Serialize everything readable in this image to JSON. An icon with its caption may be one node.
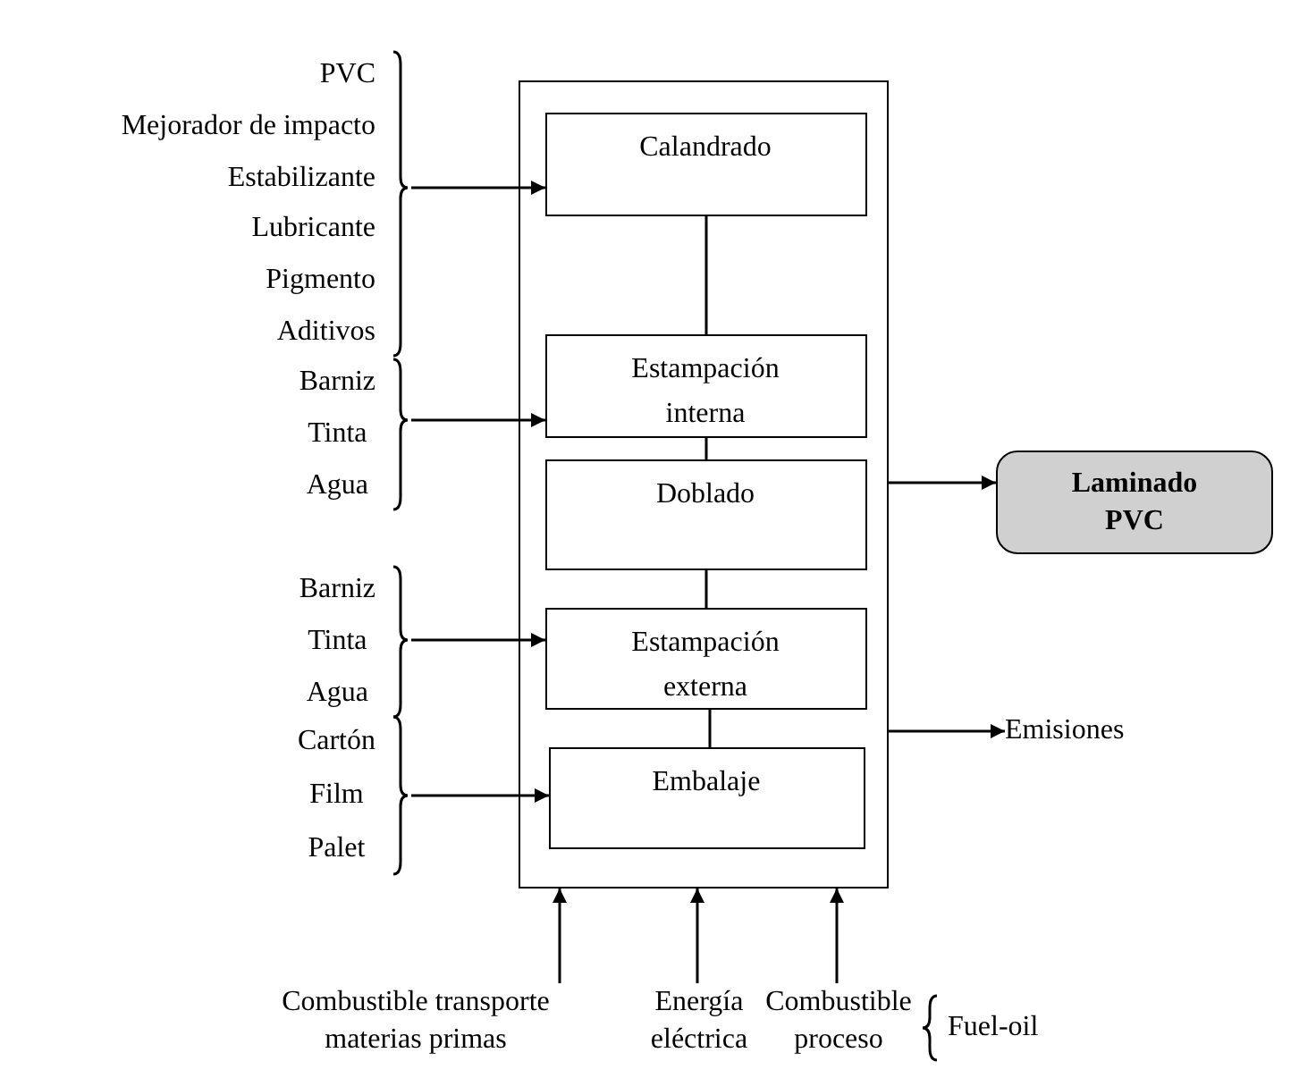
{
  "diagram": {
    "nodes": [
      {
        "text": [],
        "shape": "box"
      },
      {
        "text": [
          "Calandrado"
        ],
        "in": 0
      },
      {
        "text": [
          "Estampación interna"
        ],
        "in": 0
      },
      {
        "text": [
          "Doblado"
        ],
        "in": 0
      },
      {
        "text": [
          "Estampación externa"
        ],
        "in": 0
      },
      {
        "text": [
          "Embalaje"
        ],
        "in": 0
      },
      {
        "text": [
          "Laminado PVC"
        ]
      },
      {
        "text": [
          "Emisiones"
        ]
      },
      {
        "text": [
          "Combustible transporte materias primas"
        ]
      },
      {
        "text": [
          "Energía eléctrica"
        ]
      },
      {
        "text": [
          "Combustible proceso"
        ],
        "beside": [
          "Fuel-oil"
        ]
      },
      {
        "text": [
          "PVC",
          "Mejorador de impacto",
          "Estabilizante",
          "Lubricante",
          "Pigmento",
          "Aditivos"
        ]
      },
      {
        "text": [
          "Barniz",
          "Tinta",
          "Agua"
        ]
      },
      {
        "text": [
          "Barniz",
          "Tinta",
          "Agua"
        ]
      },
      {
        "text": [
          "Cartón",
          "Film",
          "Palet"
        ]
      }
    ],
    "edges": [
      {
        "from": 1,
        "to": 2,
        "arrow": "none"
      },
      {
        "from": 2,
        "to": 3,
        "arrow": "none"
      },
      {
        "from": 3,
        "to": 4,
        "arrow": "none"
      },
      {
        "from": 4,
        "to": 5,
        "arrow": "none"
      },
      {
        "from": 11,
        "to": 1,
        "arrow": "to"
      },
      {
        "from": 12,
        "to": 2,
        "arrow": "to"
      },
      {
        "from": 13,
        "to": 4,
        "arrow": "to"
      },
      {
        "from": 14,
        "to": 5,
        "arrow": "to"
      },
      {
        "from": 0,
        "to": 6,
        "arrow": "to"
      },
      {
        "from": 0,
        "to": 7,
        "arrow": "to"
      },
      {
        "from": 8,
        "to": 0,
        "arrow": "to"
      },
      {
        "from": 9,
        "to": 0,
        "arrow": "to"
      },
      {
        "from": 10,
        "to": 0,
        "arrow": "to"
      }
    ]
  }
}
